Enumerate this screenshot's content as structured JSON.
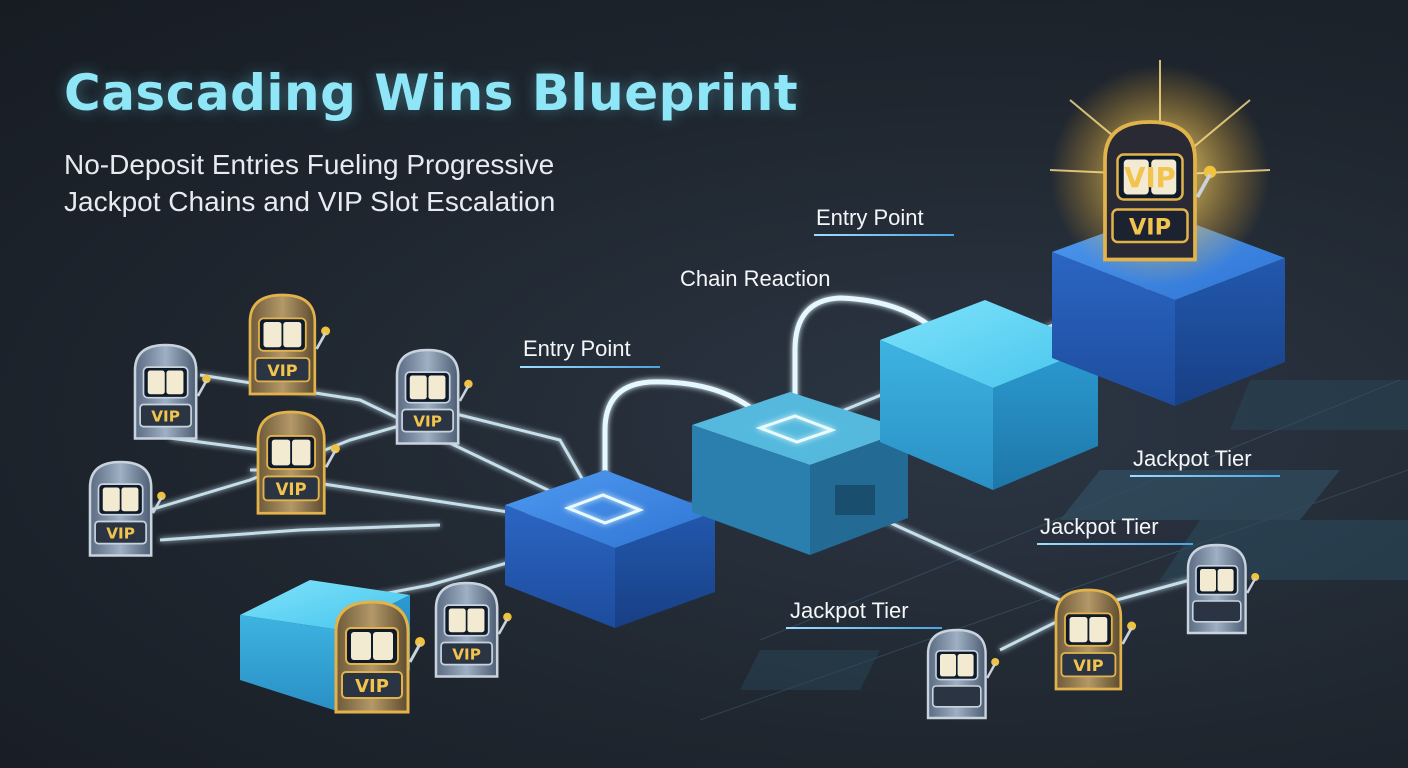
{
  "header": {
    "title": "Cascading Wins Blueprint",
    "subtitle_line1": "No-Deposit Entries Fueling Progressive",
    "subtitle_line2": "Jackpot Chains and VIP Slot Escalation"
  },
  "labels": {
    "entry_point_left": "Entry Point",
    "chain_reaction": "Chain Reaction",
    "entry_point_top": "Entry Point",
    "jackpot_tier_right": "Jackpot Tier",
    "jackpot_tier_mid": "Jackpot Tier",
    "jackpot_tier_bottom": "Jackpot Tier"
  },
  "slot_badge": "VIP",
  "colors": {
    "title": "#8ee6f6",
    "subtitle": "#e6ebf1",
    "cube_blue": "#2f79d6",
    "cube_cyan": "#3fc6ea",
    "glow": "#bfefff",
    "gold": "#e2b34a",
    "silver": "#c9d3de"
  }
}
